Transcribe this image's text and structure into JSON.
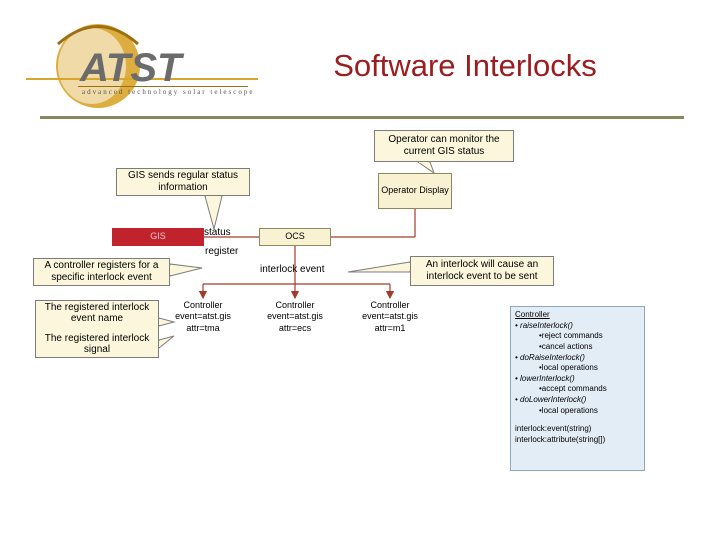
{
  "title": "Software Interlocks",
  "logo": {
    "text": "ATST",
    "tagline": "advanced technology solar telescope",
    "colors": {
      "ring": "#d9a52a",
      "ring_dark": "#9c6f12",
      "text": "#6b6b6b"
    }
  },
  "components": {
    "gis": "GIS",
    "ocs": "OCS",
    "operator_display": "Operator Display"
  },
  "labels": {
    "status": "status",
    "register": "register",
    "interlock_event": "interlock event"
  },
  "callouts": {
    "operator_monitor": "Operator can monitor the current GIS status",
    "gis_sends": "GIS sends regular status information",
    "controller_registers": "A controller registers for a specific interlock event",
    "interlock_cause": "An interlock will cause an interlock event to be sent",
    "registered_event_name": "The registered interlock event name",
    "registered_signal": "The registered interlock signal"
  },
  "controllers": [
    {
      "label": "Controller",
      "event": "event=atst.gis",
      "attr": "attr=tma"
    },
    {
      "label": "Controller",
      "event": "event=atst.gis",
      "attr": "attr=ecs"
    },
    {
      "label": "Controller",
      "event": "event=atst.gis",
      "attr": "attr=m1"
    }
  ],
  "controller_info": {
    "heading": "Controller",
    "lines": [
      {
        "text": "• raiseInterlock()",
        "indent": 1
      },
      {
        "text": "•reject commands",
        "indent": 2
      },
      {
        "text": "•cancel actions",
        "indent": 2
      },
      {
        "text": "• doRaiseInterlock()",
        "indent": 1
      },
      {
        "text": "•local operations",
        "indent": 2
      },
      {
        "text": "• lowerInterlock()",
        "indent": 1
      },
      {
        "text": "•accept commands",
        "indent": 2
      },
      {
        "text": "• doLowerInterlock()",
        "indent": 1
      },
      {
        "text": "•local operations",
        "indent": 2
      }
    ],
    "footer": [
      "interlock:event(string)",
      "interlock:attribute(string[])"
    ]
  },
  "colors": {
    "title": "#9b1d20",
    "gis_fill": "#c0232b",
    "box_fill": "#f9f2d2",
    "arrow": "#a33b2a",
    "info_fill": "#e3edf6"
  }
}
